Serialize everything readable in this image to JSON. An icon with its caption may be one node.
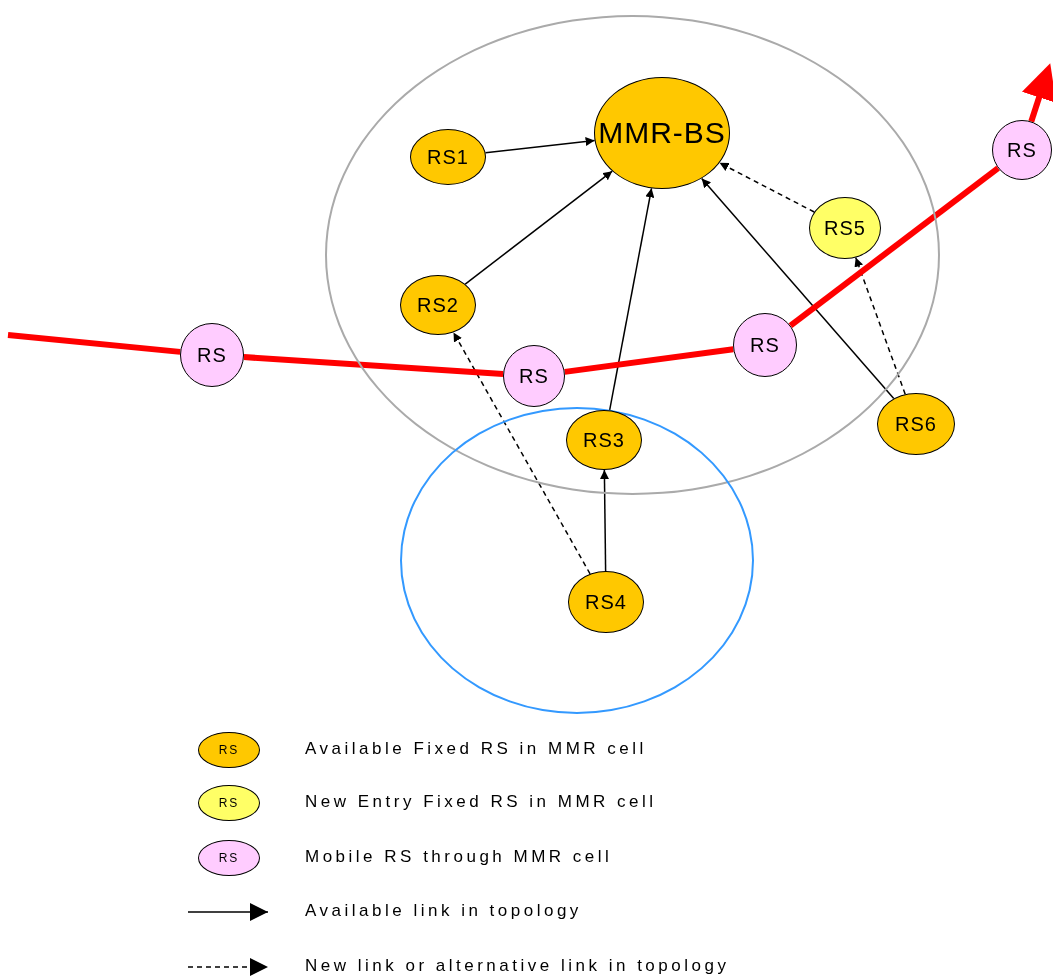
{
  "diagram": {
    "nodes": [
      {
        "text": [],
        "shape": "circle"
      },
      {
        "text": [
          "MMR-BS"
        ],
        "in": 0
      },
      {
        "text": [
          "RS1"
        ],
        "in": 0
      },
      {
        "text": [
          "RS"
        ]
      },
      {
        "text": [
          "RS5"
        ],
        "in": 0
      },
      {
        "text": [
          "RS2"
        ],
        "in": 0
      },
      {
        "text": [
          "RS"
        ]
      },
      {
        "text": [
          "RS"
        ],
        "in": 0
      },
      {
        "text": [
          "RS"
        ],
        "in": 0
      },
      {
        "text": [
          "RS6"
        ]
      },
      {
        "text": [],
        "shape": "circle"
      },
      {
        "text": [
          "RS3"
        ]
      },
      {
        "text": [
          "RS4"
        ],
        "in": 10
      }
    ],
    "edges": [
      {
        "from": 2,
        "to": 1,
        "arrow": "to"
      },
      {
        "from": 5,
        "to": 1,
        "arrow": "to"
      },
      {
        "from": 11,
        "to": 1,
        "arrow": "to"
      },
      {
        "from": 9,
        "to": 1,
        "arrow": "to"
      },
      {
        "from": 4,
        "to": 1,
        "arrow": "to",
        "style": "dashed"
      },
      {
        "from": 9,
        "to": 4,
        "arrow": "to",
        "style": "dashed"
      },
      {
        "from": 12,
        "to": 11,
        "arrow": "to"
      },
      {
        "from": 12,
        "to": 5,
        "arrow": "to",
        "style": "dashed"
      },
      {
        "from": null,
        "to": 6,
        "arrow": "none",
        "style": "thick",
        "color": "#ff0000"
      },
      {
        "from": 6,
        "to": 7,
        "arrow": "none",
        "style": "thick",
        "color": "#ff0000"
      },
      {
        "from": 7,
        "to": 8,
        "arrow": "none",
        "style": "thick",
        "color": "#ff0000"
      },
      {
        "from": 8,
        "to": 3,
        "arrow": "none",
        "style": "thick",
        "color": "#ff0000"
      },
      {
        "from": 3,
        "to": null,
        "arrow": "to",
        "style": "thick",
        "color": "#ff0000"
      }
    ],
    "labels": [
      "RS",
      "RS",
      "RS"
    ],
    "legend": [
      {
        "text": "Available Fixed RS in MMR cell",
        "color": "#ffc800"
      },
      {
        "text": "New Entry Fixed RS in MMR cell",
        "color": "#ffff66"
      },
      {
        "text": "Mobile RS through MMR cell",
        "color": "#ffccff"
      },
      {
        "text": "Available link in topology"
      },
      {
        "text": "New link or alternative link in topology"
      }
    ]
  }
}
